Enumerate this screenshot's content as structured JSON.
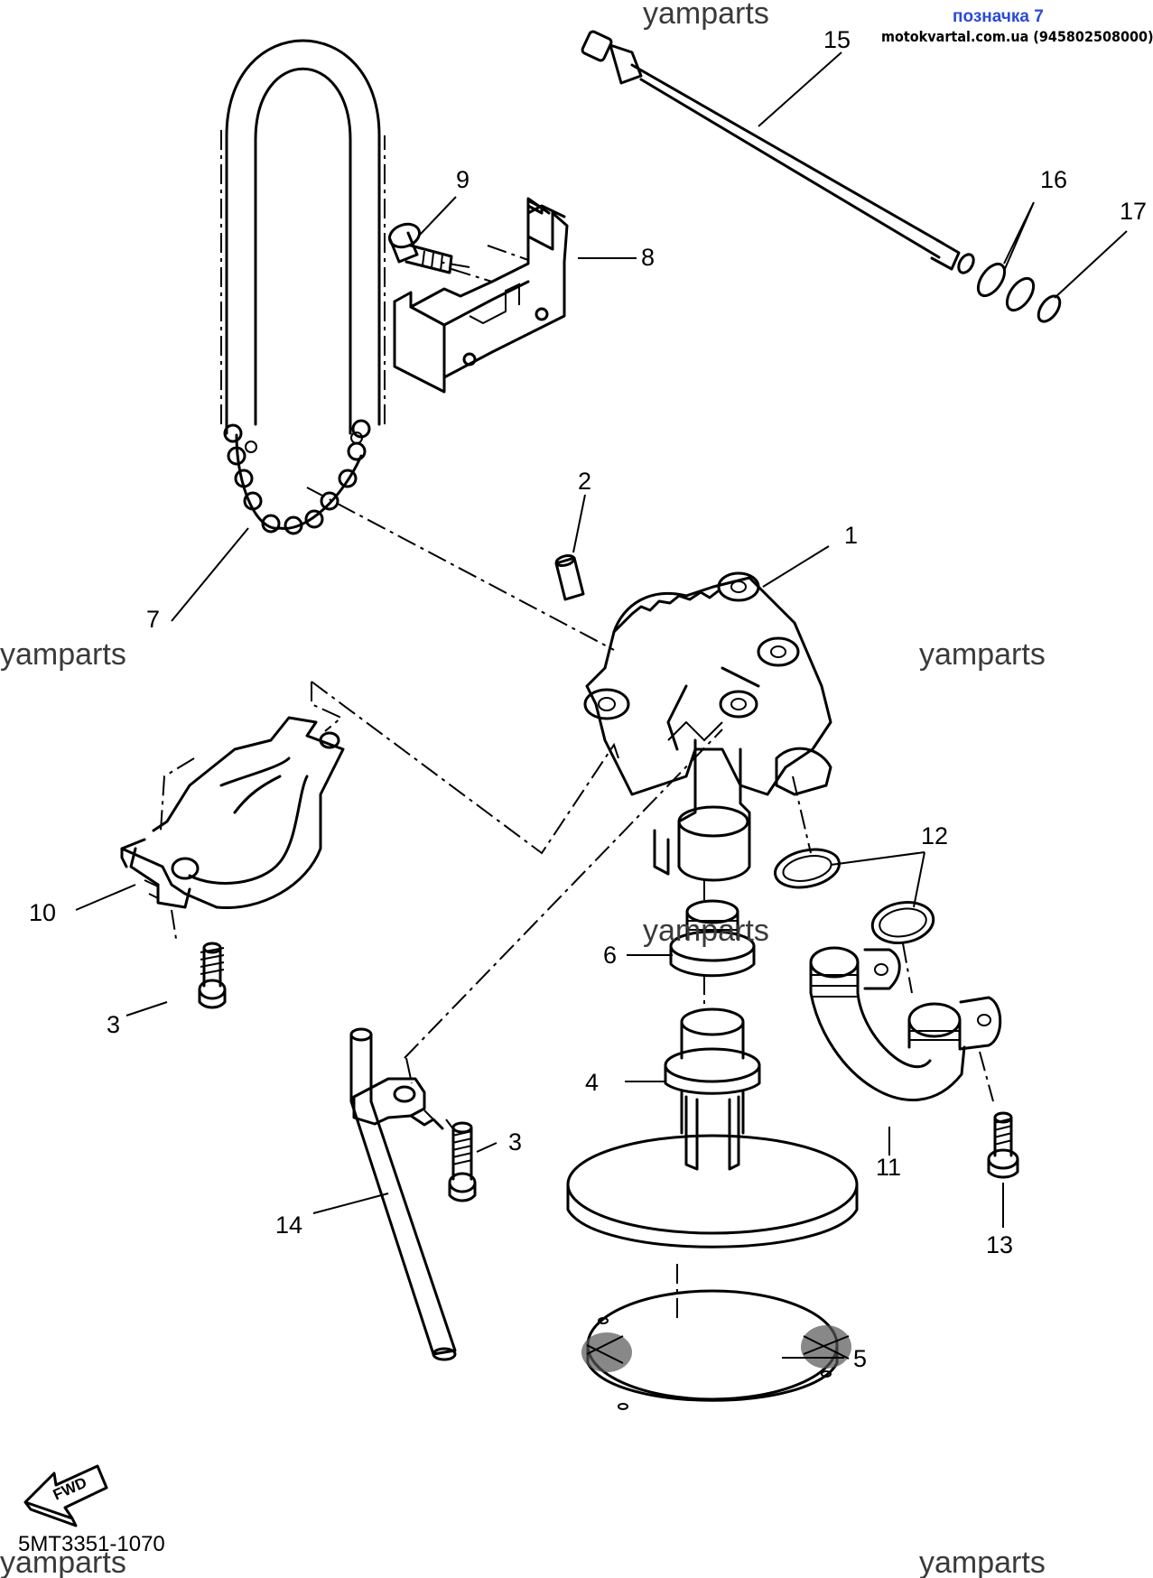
{
  "header": {
    "label": "позначка 7",
    "site": "motokvartal.com.ua (945802508000)"
  },
  "watermarks": [
    "yamparts",
    "yamparts",
    "yamparts",
    "yamparts",
    "yamparts",
    "yamparts"
  ],
  "callouts": [
    "1",
    "2",
    "3",
    "3",
    "4",
    "5",
    "6",
    "7",
    "8",
    "9",
    "10",
    "11",
    "12",
    "13",
    "14",
    "15",
    "16",
    "17"
  ],
  "direction_label": "FWD",
  "diagram_code": "5MT3351-1070"
}
